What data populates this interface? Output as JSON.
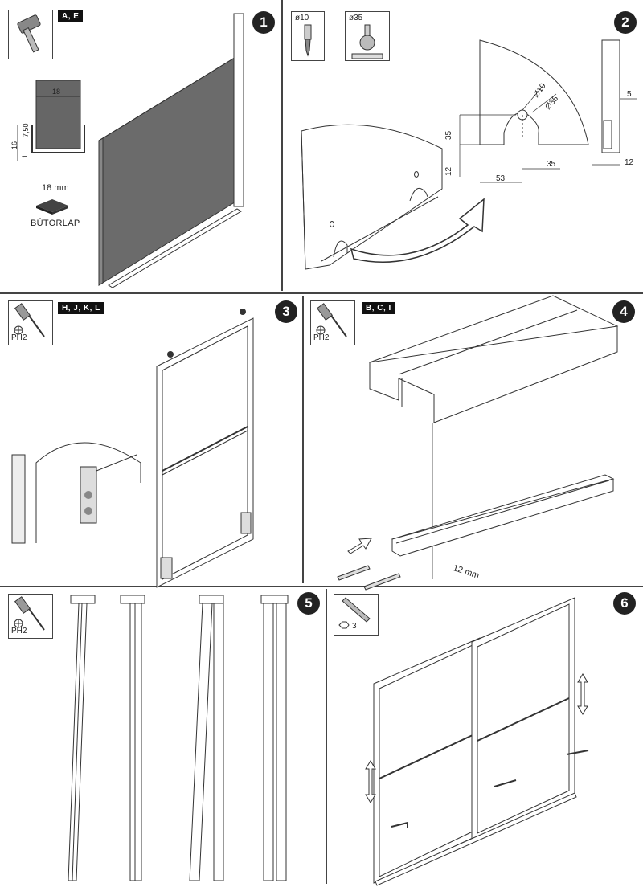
{
  "steps": [
    {
      "number": "1",
      "parts": "A, E",
      "material_thickness": "18 mm",
      "material_name": "BÚTORLAP",
      "dims": {
        "width": "18",
        "h1": "16",
        "h2": "7,50",
        "h3": "1"
      }
    },
    {
      "number": "2",
      "drill_small": "ø10",
      "drill_large": "ø35",
      "dims": {
        "d10": "Ø10",
        "d35": "Ø35",
        "v35": "35",
        "v12": "12",
        "h53": "53",
        "h35": "35",
        "side5": "5",
        "side12": "12"
      }
    },
    {
      "number": "3",
      "parts": "H, J, K, L",
      "tool": "PH2"
    },
    {
      "number": "4",
      "parts": "B, C, I",
      "tool": "PH2",
      "gap": "12 mm"
    },
    {
      "number": "5",
      "tool": "PH2"
    },
    {
      "number": "6",
      "tool": "3"
    }
  ],
  "colors": {
    "line": "#333333",
    "panel_fill": "#6b6b6b",
    "badge": "#111111"
  }
}
